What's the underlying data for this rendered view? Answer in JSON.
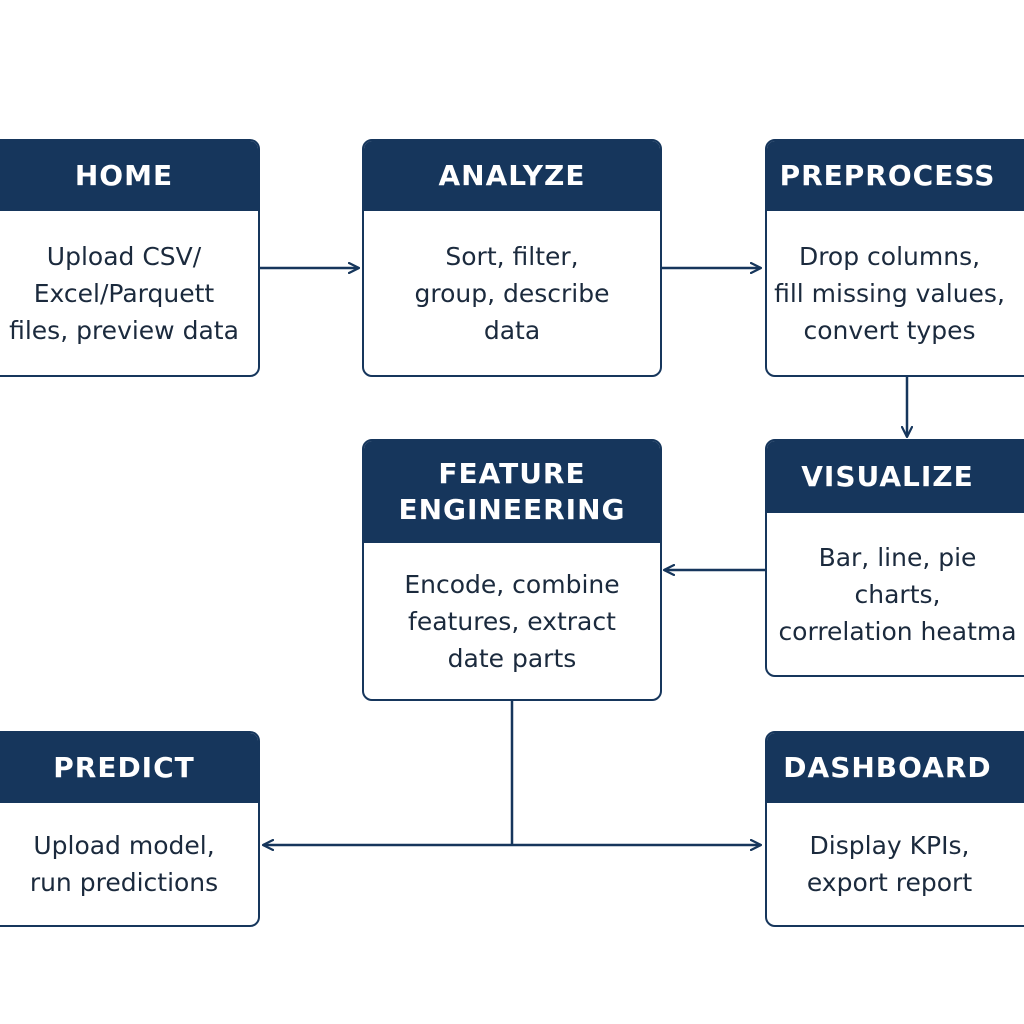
{
  "colors": {
    "header_bg": "#16365c",
    "border": "#16365c",
    "edge": "#16365c",
    "body_text": "#1b2a3d",
    "background": "#ffffff"
  },
  "nodes": {
    "home": {
      "title": "HOME",
      "desc": "Upload CSV/\nExcel/Parquett\nfiles, preview data"
    },
    "analyze": {
      "title": "ANALYZE",
      "desc": "Sort, filter,\ngroup, describe\ndata"
    },
    "preprocess": {
      "title": "PREPROCESS",
      "desc": "Drop columns,\nfill missing values,\nconvert types"
    },
    "feature_engineering": {
      "title": "FEATURE\nENGINEERING",
      "desc": "Encode, combine\nfeatures, extract\ndate parts"
    },
    "visualize": {
      "title": "VISUALIZE",
      "desc": "Bar, line, pie\ncharts,\ncorrelation heatma"
    },
    "predict": {
      "title": "PREDICT",
      "desc": "Upload model,\nrun predictions"
    },
    "dashboard": {
      "title": "DASHBOARD",
      "desc": "Display KPIs,\nexport report"
    }
  },
  "edges": [
    {
      "from": "HOME",
      "to": "ANALYZE"
    },
    {
      "from": "ANALYZE",
      "to": "PREPROCESS"
    },
    {
      "from": "PREPROCESS",
      "to": "VISUALIZE"
    },
    {
      "from": "VISUALIZE",
      "to": "FEATURE ENGINEERING"
    },
    {
      "from": "FEATURE ENGINEERING",
      "to": "PREDICT"
    },
    {
      "from": "FEATURE ENGINEERING",
      "to": "DASHBOARD"
    }
  ]
}
